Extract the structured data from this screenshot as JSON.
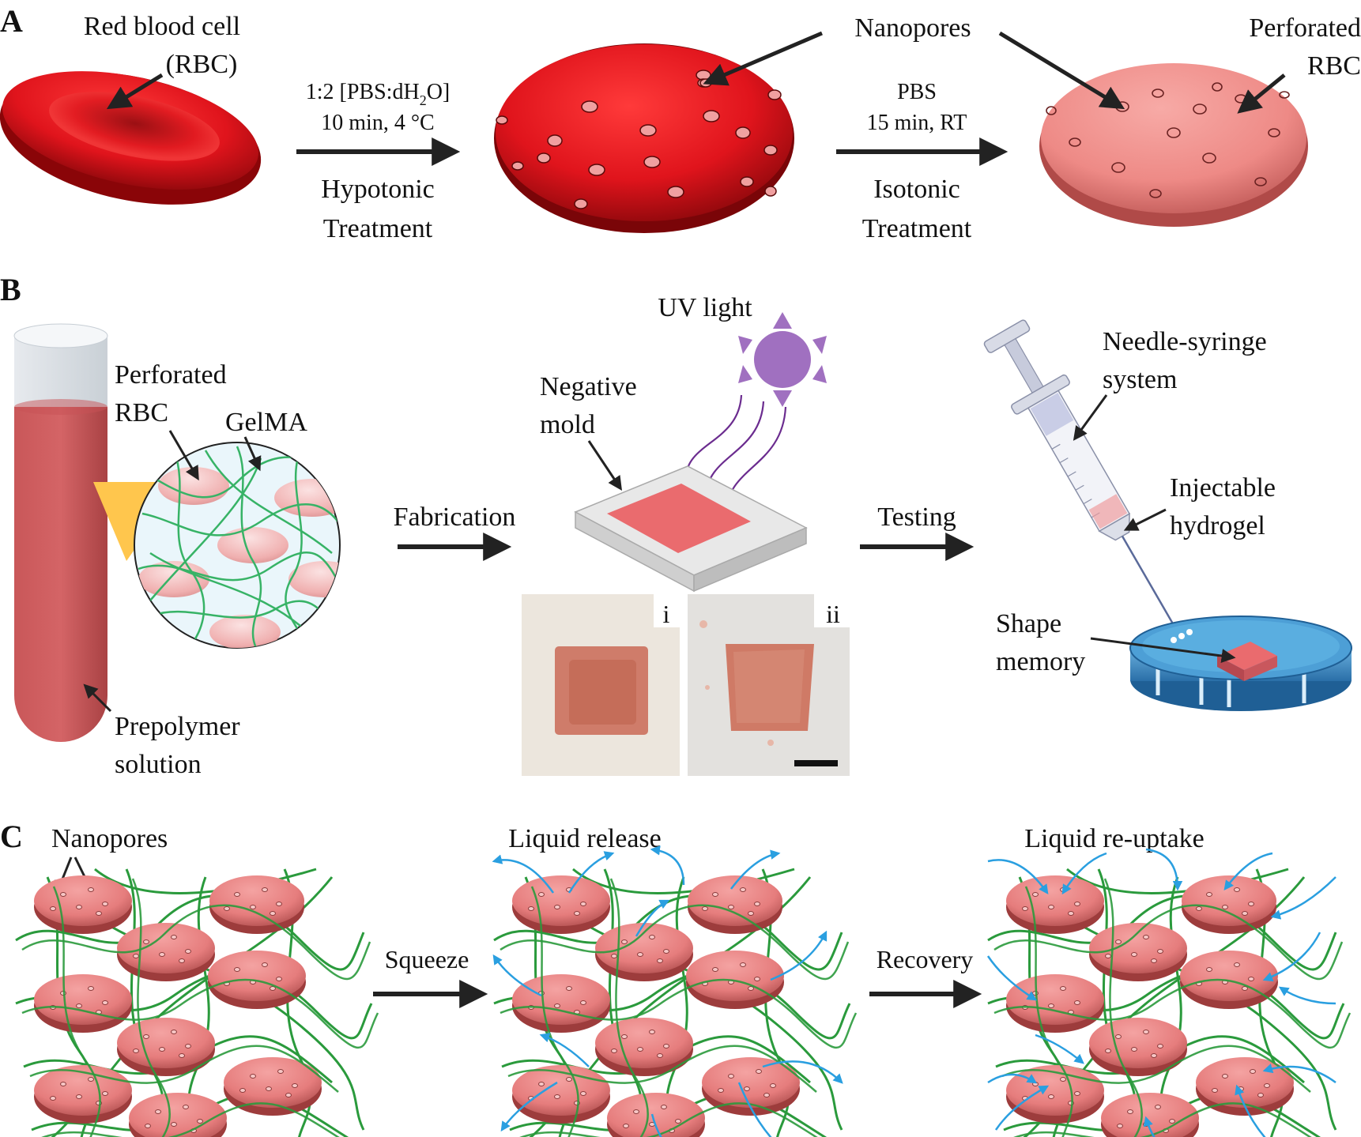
{
  "panels": {
    "a": "A",
    "b": "B",
    "c": "C"
  },
  "panel_a": {
    "rbc_label_1": "Red blood cell",
    "rbc_label_2": "(RBC)",
    "nanopores": "Nanopores",
    "perforated_1": "Perforated",
    "perforated_2": "RBC",
    "step1_cond_1": "1:2 [PBS:dH",
    "step1_cond_sub": "2",
    "step1_cond_2": "O]",
    "step1_cond_3": "10 min, 4 °C",
    "step1_name_1": "Hypotonic",
    "step1_name_2": "Treatment",
    "step2_cond_1": "PBS",
    "step2_cond_2": "15 min, RT",
    "step2_name_1": "Isotonic",
    "step2_name_2": "Treatment"
  },
  "panel_b": {
    "perforated_1": "Perforated",
    "perforated_2": "RBC",
    "gelma": "GelMA",
    "prepolymer_1": "Prepolymer",
    "prepolymer_2": "solution",
    "fabrication": "Fabrication",
    "uv_light": "UV light",
    "negative_1": "Negative",
    "negative_2": "mold",
    "photo_i": "i",
    "photo_ii": "ii",
    "testing": "Testing",
    "syringe_1": "Needle-syringe",
    "syringe_2": "system",
    "injectable_1": "Injectable",
    "injectable_2": "hydrogel",
    "shape_1": "Shape",
    "shape_2": "memory"
  },
  "panel_c": {
    "nanopores": "Nanopores",
    "liquid_release": "Liquid release",
    "liquid_reuptake": "Liquid re-uptake",
    "squeeze": "Squeeze",
    "recovery": "Recovery"
  },
  "colors": {
    "rbc_red": "#e0141c",
    "rbc_pink": "#ef8a86",
    "gel_pink": "#ea6b6e",
    "fiber_green": "#2a9a3c",
    "droplet_blue": "#2a9fe0",
    "uv_purple": "#a070c0",
    "highlight_yellow": "#ffc64d",
    "dish_blue": "#3a8fc8",
    "arrow_dark": "#222222"
  }
}
